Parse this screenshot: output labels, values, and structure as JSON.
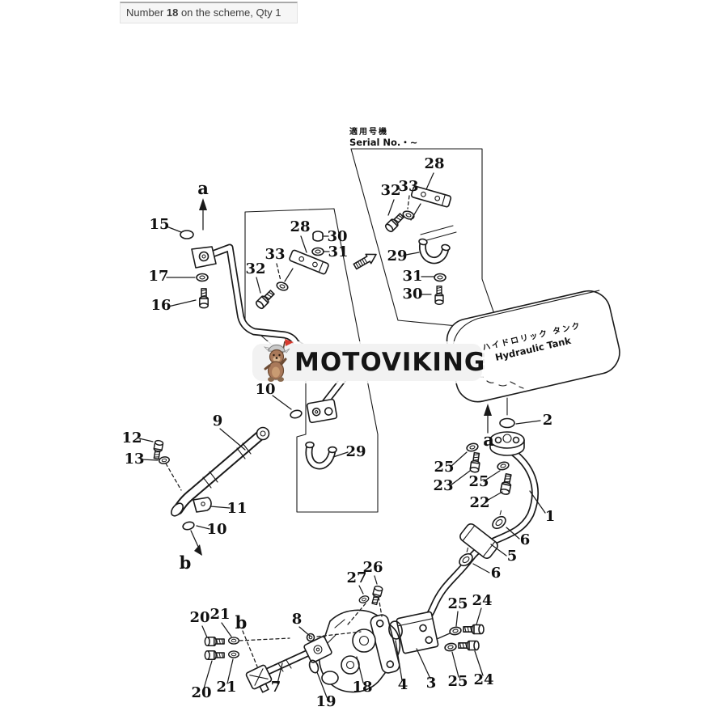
{
  "note": {
    "prefix": "Number",
    "number": "18",
    "suffix": " on the scheme, Qty 1"
  },
  "brand": {
    "name": "MOTOVIKING"
  },
  "diagram": {
    "serial_label_jp": "適用号機",
    "serial_label_en": "Serial No.・~",
    "tank_label_jp": "ハイドロリック タンク",
    "tank_label_en": "Hydraulic Tank",
    "callouts": [
      "15",
      "17",
      "16",
      "a",
      "28",
      "30",
      "31",
      "33",
      "32",
      "32",
      "33",
      "28",
      "29",
      "31",
      "30",
      "10",
      "9",
      "29",
      "2",
      "a",
      "25",
      "23",
      "25",
      "22",
      "1",
      "12",
      "13",
      "11",
      "10",
      "b",
      "6",
      "5",
      "6",
      "26",
      "27",
      "24",
      "25",
      "20",
      "21",
      "b",
      "8",
      "7",
      "19",
      "18",
      "4",
      "3",
      "25",
      "24",
      "21",
      "20"
    ]
  },
  "colors": {
    "line": "#1a1a1a",
    "note_bg": "#f6f6f6",
    "flag_red": "#d83a2e",
    "bear_brown": "#a9795a",
    "helmet_gray": "#c9c9c9"
  }
}
